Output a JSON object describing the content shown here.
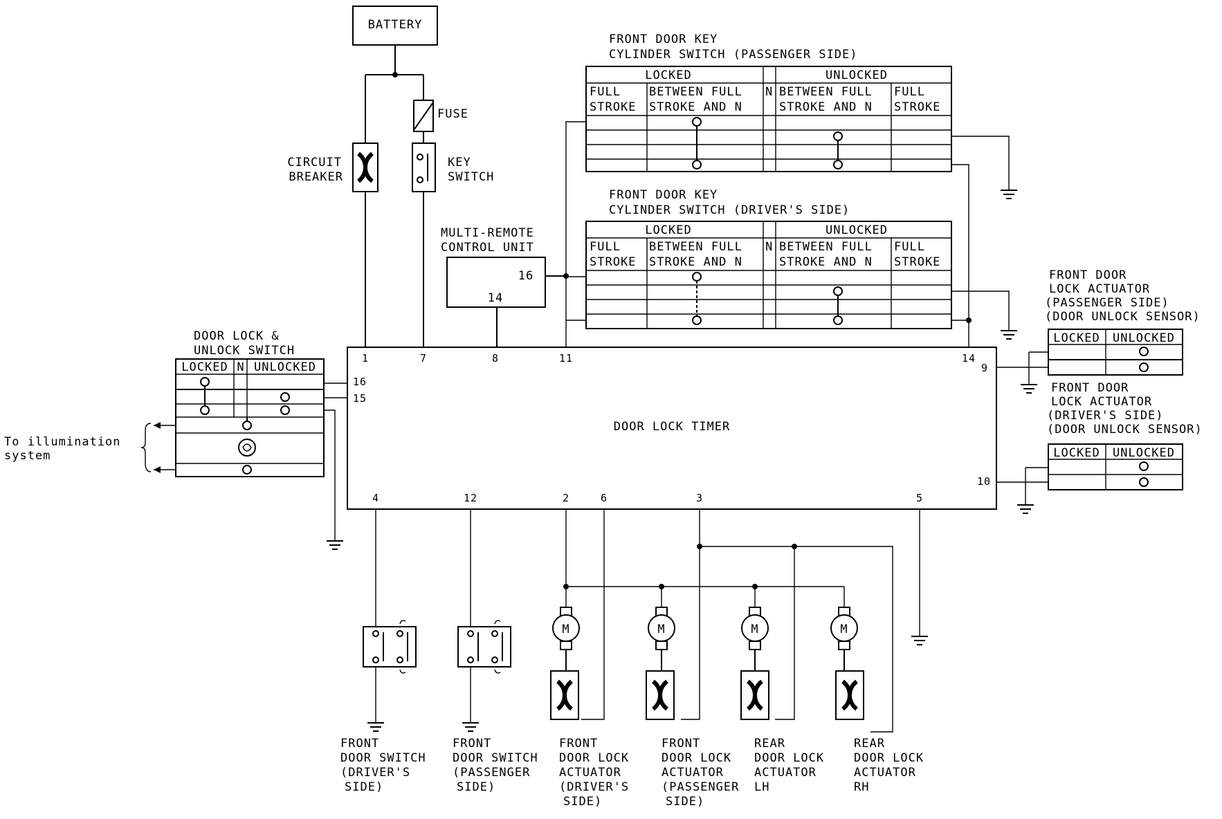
{
  "battery": "BATTERY",
  "fuse": "FUSE",
  "circuit_breaker": [
    "CIRCUIT",
    "BREAKER"
  ],
  "key_switch": [
    "KEY",
    "SWITCH"
  ],
  "multi_remote": [
    "MULTI-REMOTE",
    "CONTROL UNIT"
  ],
  "multi_remote_pins": {
    "p16": "16",
    "p14": "14"
  },
  "door_lock_timer": "DOOR LOCK TIMER",
  "timer_pins": {
    "p1": "1",
    "p7": "7",
    "p8": "8",
    "p11": "11",
    "p14": "14",
    "p16": "16",
    "p15": "15",
    "p9": "9",
    "p10": "10",
    "p4": "4",
    "p12": "12",
    "p2": "2",
    "p6": "6",
    "p3": "3",
    "p5": "5"
  },
  "key_cyl_pass": {
    "title": [
      "FRONT DOOR KEY",
      "CYLINDER SWITCH (PASSENGER SIDE)"
    ],
    "locked": "LOCKED",
    "unlocked": "UNLOCKED",
    "full": [
      "FULL",
      "STROKE"
    ],
    "between": [
      "BETWEEN FULL",
      "STROKE AND N"
    ],
    "n": "N"
  },
  "key_cyl_drv": {
    "title": [
      "FRONT DOOR KEY",
      "CYLINDER SWITCH (DRIVER'S SIDE)"
    ],
    "locked": "LOCKED",
    "unlocked": "UNLOCKED",
    "full": [
      "FULL",
      "STROKE"
    ],
    "between": [
      "BETWEEN FULL",
      "STROKE AND N"
    ],
    "n": "N"
  },
  "lock_unlock_switch": {
    "title": [
      "DOOR LOCK &",
      "UNLOCK SWITCH"
    ],
    "locked": "LOCKED",
    "n": "N",
    "unlocked": "UNLOCKED"
  },
  "illumination": [
    "To illumination",
    "system"
  ],
  "actuator_pass_sensor": {
    "title": [
      "FRONT DOOR",
      "LOCK ACTUATOR",
      "(PASSENGER SIDE)",
      "(DOOR UNLOCK SENSOR)"
    ],
    "locked": "LOCKED",
    "unlocked": "UNLOCKED"
  },
  "actuator_drv_sensor": {
    "title": [
      "FRONT DOOR",
      "LOCK ACTUATOR",
      "(DRIVER'S SIDE)",
      "(DOOR UNLOCK SENSOR)"
    ],
    "locked": "LOCKED",
    "unlocked": "UNLOCKED"
  },
  "motor_symbol": "M",
  "bottom_labels": {
    "door_switch_drv": [
      "FRONT",
      "DOOR SWITCH",
      "(DRIVER'S",
      "SIDE)"
    ],
    "door_switch_pass": [
      "FRONT",
      "DOOR SWITCH",
      "(PASSENGER",
      "SIDE)"
    ],
    "actuator_drv": [
      "FRONT",
      "DOOR LOCK",
      "ACTUATOR",
      "(DRIVER'S",
      "SIDE)"
    ],
    "actuator_pass": [
      "FRONT",
      "DOOR LOCK",
      "ACTUATOR",
      "(PASSENGER",
      "SIDE)"
    ],
    "actuator_rear_lh": [
      "REAR",
      "DOOR LOCK",
      "ACTUATOR",
      "LH"
    ],
    "actuator_rear_rh": [
      "REAR",
      "DOOR LOCK",
      "ACTUATOR",
      "RH"
    ]
  }
}
